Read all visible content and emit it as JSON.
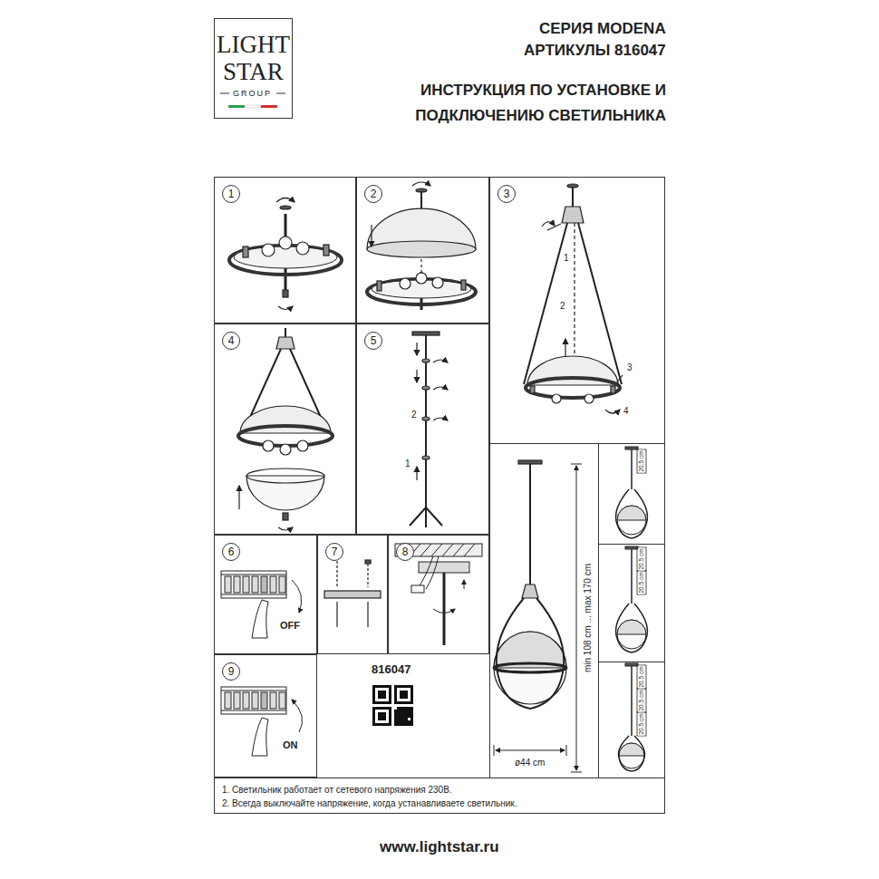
{
  "diagram": {
    "title": "ИНСТРУКЦИЯ ПО УСТАНОВКЕ И ПОДКЛЮЧЕНИЮ СВЕТИЛЬНИКА",
    "nodes": [
      {
        "text": [
          "1"
        ]
      },
      {
        "text": [
          "2"
        ]
      },
      {
        "text": [
          "3"
        ]
      },
      {
        "text": [
          "4"
        ]
      },
      {
        "text": [
          "5"
        ]
      },
      {
        "text": [
          "6"
        ]
      },
      {
        "text": [
          "7"
        ]
      },
      {
        "text": [
          "8"
        ]
      },
      {
        "text": [
          "9"
        ]
      }
    ],
    "labels": [
      "LIGHT",
      "STAR",
      "GROUP",
      "СЕРИЯ MODENA",
      "АРТИКУЛЫ 816047",
      "1",
      "2",
      "3",
      "4",
      "2",
      "1",
      "OFF",
      "min 108 cm ... max 170 cm",
      "ø44 cm",
      "20.5 cm",
      "20.5 cm",
      "20.5 cm",
      "20.5 cm",
      "20.5 cm",
      "20.5 cm",
      "ON",
      "816047",
      "1. Светильник работает от сетевого напряжения 230В.",
      "2. Всегда выключайте напряжение, когда устанавливаете светильник.",
      "www.lightstar.ru"
    ]
  }
}
